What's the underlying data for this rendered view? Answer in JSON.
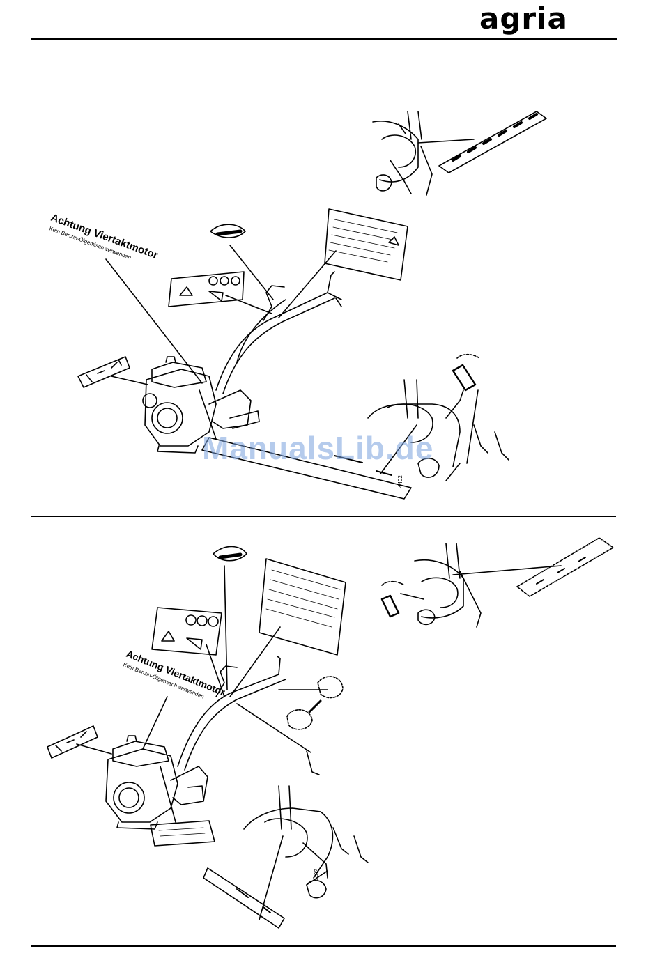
{
  "header": {
    "brand": "agria"
  },
  "top_figure": {
    "warning_title": "Achtung Viertaktmotor",
    "warning_subtitle": "Kein Benzin-Ölgemisch verwenden",
    "code": "4402"
  },
  "bottom_figure": {
    "warning_title": "Achtung Viertaktmotor",
    "warning_subtitle": "Kein Benzin-Ölgemisch verwenden",
    "code": "4402"
  },
  "watermark": "ManualsLib.de"
}
